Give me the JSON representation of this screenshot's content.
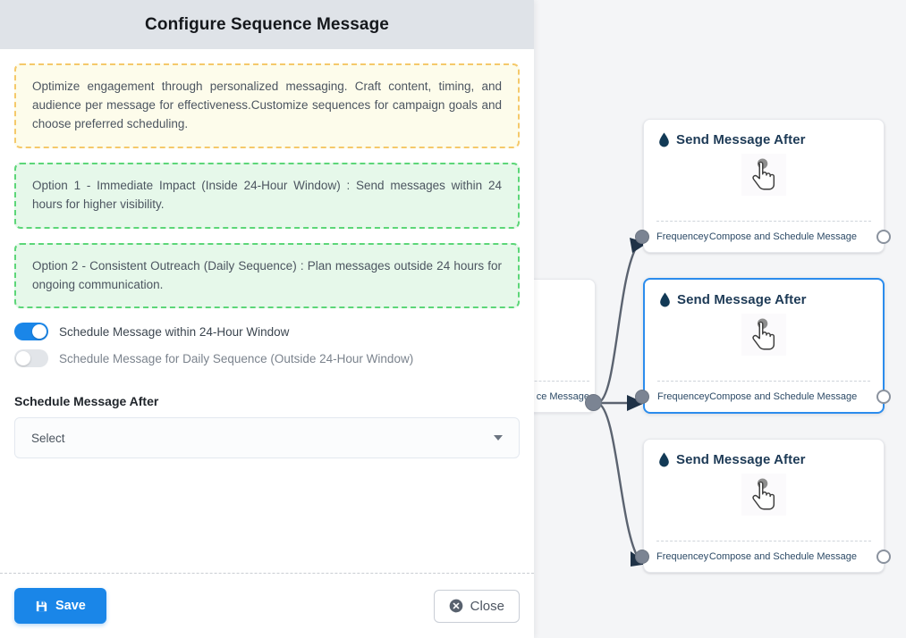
{
  "panel": {
    "title": "Configure Sequence Message",
    "callouts": [
      {
        "kind": "info",
        "text": "Optimize engagement through personalized messaging. Craft content, timing, and audience per message for effectiveness.Customize sequences for campaign goals and choose preferred scheduling."
      },
      {
        "kind": "ok",
        "text": "Option 1 - Immediate Impact (Inside 24-Hour Window) : Send messages within 24 hours for higher visibility."
      },
      {
        "kind": "ok",
        "text": "Option 2 - Consistent Outreach (Daily Sequence) : Plan messages outside 24 hours for ongoing communication."
      }
    ],
    "toggles": [
      {
        "label": "Schedule Message within 24-Hour Window",
        "state": "on"
      },
      {
        "label": "Schedule Message for Daily Sequence (Outside 24-Hour Window)",
        "state": "off"
      }
    ],
    "field": {
      "label": "Schedule Message After",
      "value": "Select",
      "placeholder": "Select"
    },
    "footer": {
      "save_label": "Save",
      "save_icon": "save-floppy-icon",
      "close_label": "Close",
      "close_icon": "close-circle-icon"
    }
  },
  "canvas": {
    "background_color": "#f4f5f7",
    "selected_border_color": "#2b8ced",
    "partial_node": {
      "footer_text": "ce Message"
    },
    "nodes": [
      {
        "title": "Send Message After",
        "icon": "water-drop-icon",
        "center_icon": "pointing-hand-cursor-icon",
        "target_handle_label": "Frequencey",
        "source_handle_label": "Compose and Schedule Message",
        "selected": false
      },
      {
        "title": "Send Message After",
        "icon": "water-drop-icon",
        "center_icon": "pointing-hand-cursor-icon",
        "target_handle_label": "Frequencey",
        "source_handle_label": "Compose and Schedule Message",
        "selected": true
      },
      {
        "title": "Send Message After",
        "icon": "water-drop-icon",
        "center_icon": "pointing-hand-cursor-icon",
        "target_handle_label": "Frequencey",
        "source_handle_label": "Compose and Schedule Message",
        "selected": false
      }
    ]
  }
}
